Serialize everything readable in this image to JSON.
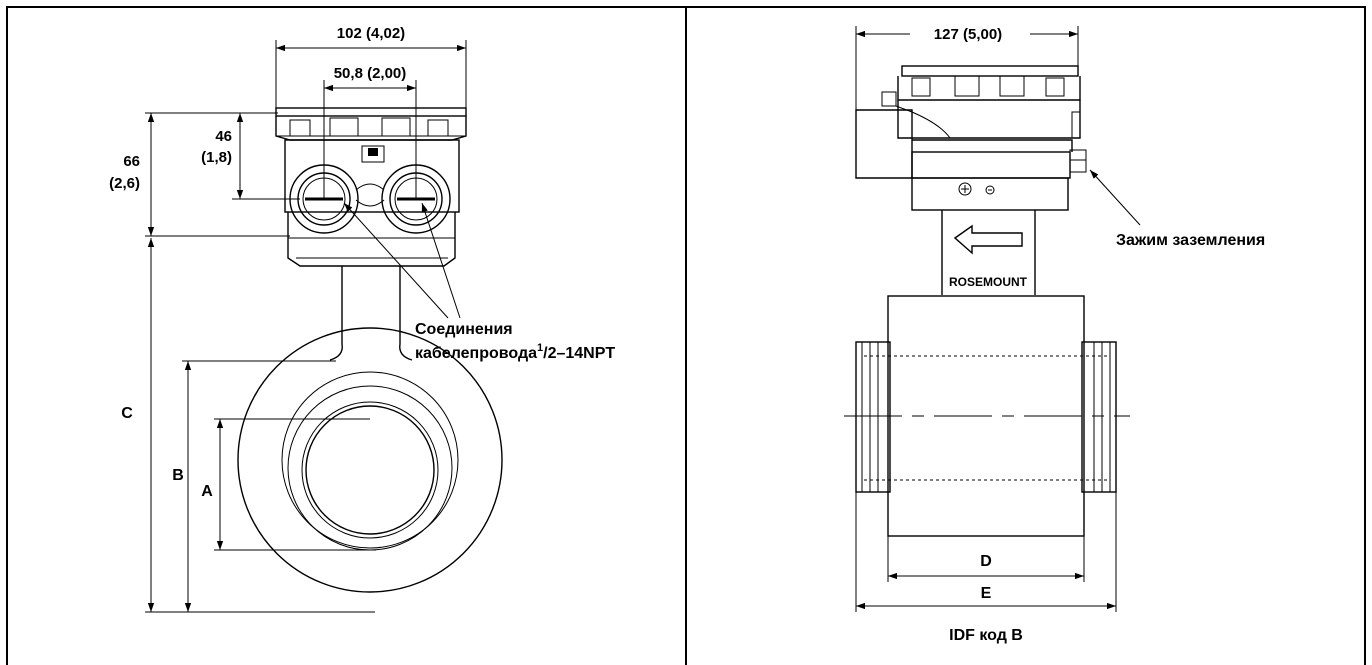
{
  "left_view": {
    "dim_top_width": "102 (4,02)",
    "dim_conduit_spacing": "50,8 (2,00)",
    "dim_46_a": "46",
    "dim_46_b": "(1,8)",
    "dim_66_a": "66",
    "dim_66_b": "(2,6)",
    "conduit_label_line1": "Соединения",
    "conduit_label_line2_prefix": "кабелепровода",
    "conduit_label_sup": "1",
    "conduit_label_line2_suffix": "/2–14NPT",
    "letter_c": "C",
    "letter_b": "B",
    "letter_a": "A"
  },
  "right_view": {
    "dim_top_width": "127 (5,00)",
    "ground_label": "Зажим заземления",
    "brand": "ROSEMOUNT",
    "letter_d": "D",
    "letter_e": "E",
    "caption": "IDF код B"
  }
}
